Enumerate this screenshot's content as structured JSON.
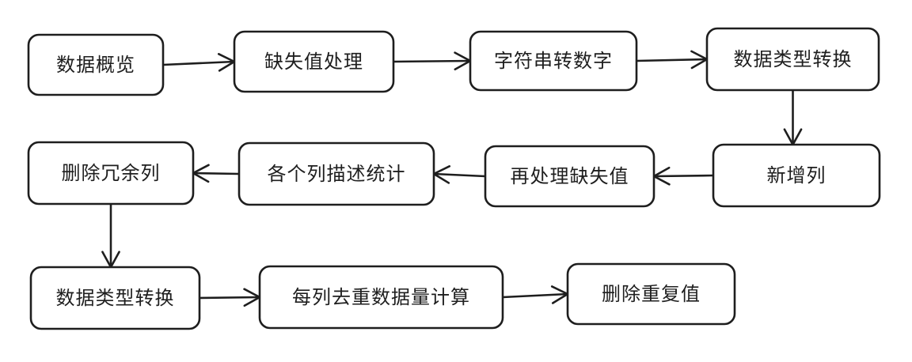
{
  "diagram": {
    "nodes": [
      {
        "id": "n1",
        "label": "数据概览"
      },
      {
        "id": "n2",
        "label": "缺失值处理"
      },
      {
        "id": "n3",
        "label": "字符串转数字"
      },
      {
        "id": "n4",
        "label": "数据类型转换"
      },
      {
        "id": "n5",
        "label": "新增列"
      },
      {
        "id": "n6",
        "label": "再处理缺失值"
      },
      {
        "id": "n7",
        "label": "各个列描述统计"
      },
      {
        "id": "n8",
        "label": "删除冗余列"
      },
      {
        "id": "n9",
        "label": "数据类型转换"
      },
      {
        "id": "n10",
        "label": "每列去重数据量计算"
      },
      {
        "id": "n11",
        "label": "删除重复值"
      }
    ],
    "edges": [
      {
        "from": "n1",
        "to": "n2"
      },
      {
        "from": "n2",
        "to": "n3"
      },
      {
        "from": "n3",
        "to": "n4"
      },
      {
        "from": "n4",
        "to": "n5"
      },
      {
        "from": "n5",
        "to": "n6"
      },
      {
        "from": "n6",
        "to": "n7"
      },
      {
        "from": "n7",
        "to": "n8"
      },
      {
        "from": "n8",
        "to": "n9"
      },
      {
        "from": "n9",
        "to": "n10"
      },
      {
        "from": "n10",
        "to": "n11"
      }
    ]
  }
}
